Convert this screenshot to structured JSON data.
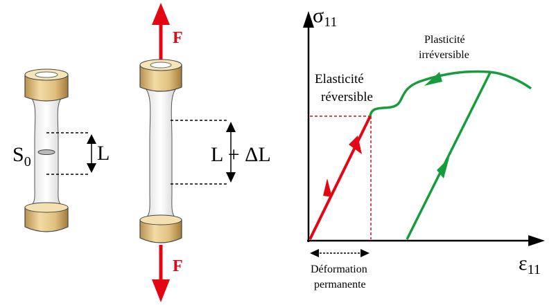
{
  "specimen_left": {
    "section_symbol": "S",
    "section_sub": "0",
    "length_label": "L"
  },
  "specimen_right": {
    "force_top": "F",
    "force_bottom": "F",
    "length_label": "L + ΔL"
  },
  "graph": {
    "y_axis": "σ",
    "y_sub": "11",
    "x_axis": "ε",
    "x_sub": "11",
    "elastic_label": [
      "Elasticité",
      "réversible"
    ],
    "plastic_label": [
      "Plasticité",
      "irréversible"
    ],
    "permanent_label": [
      "Déformation",
      "permanente"
    ]
  },
  "colors": {
    "elastic": "#e30613",
    "plastic": "#169c3c",
    "grip": "#e3c78a",
    "force": "#e30613"
  }
}
